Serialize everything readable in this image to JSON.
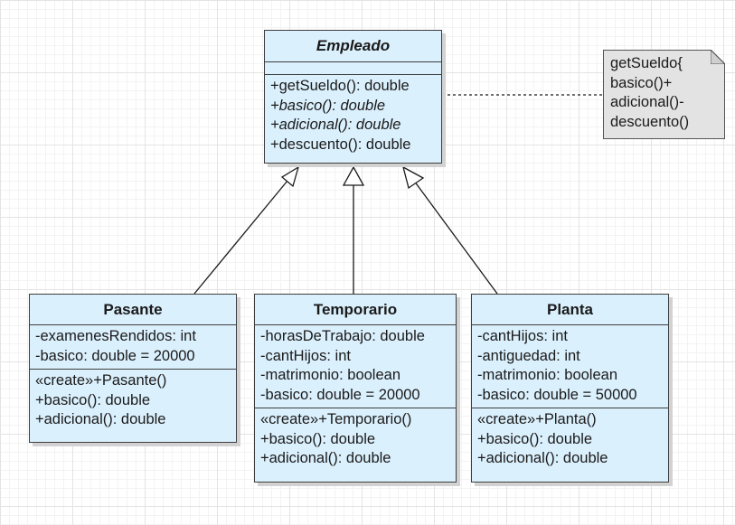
{
  "diagram": {
    "classes": {
      "empleado": {
        "name": "Empleado",
        "abstract": true,
        "attributes": [],
        "operations": [
          {
            "text": "+getSueldo(): double",
            "italic": false
          },
          {
            "text": "+basico(): double",
            "italic": true
          },
          {
            "text": "+adicional(): double",
            "italic": true
          },
          {
            "text": "+descuento(): double",
            "italic": false
          }
        ]
      },
      "pasante": {
        "name": "Pasante",
        "attributes": [
          {
            "text": "-examenesRendidos: int"
          },
          {
            "text": "-basico: double = 20000"
          }
        ],
        "operations": [
          {
            "text": "«create»+Pasante()"
          },
          {
            "text": "+basico(): double"
          },
          {
            "text": "+adicional(): double"
          }
        ]
      },
      "temporario": {
        "name": "Temporario",
        "attributes": [
          {
            "text": "-horasDeTrabajo: double"
          },
          {
            "text": "-cantHijos: int"
          },
          {
            "text": "-matrimonio: boolean"
          },
          {
            "text": "-basico: double = 20000"
          }
        ],
        "operations": [
          {
            "text": "«create»+Temporario()"
          },
          {
            "text": "+basico(): double"
          },
          {
            "text": "+adicional(): double"
          }
        ]
      },
      "planta": {
        "name": "Planta",
        "attributes": [
          {
            "text": "-cantHijos: int"
          },
          {
            "text": "-antiguedad: int"
          },
          {
            "text": "-matrimonio: boolean"
          },
          {
            "text": "-basico: double = 50000"
          }
        ],
        "operations": [
          {
            "text": "«create»+Planta()"
          },
          {
            "text": "+basico(): double"
          },
          {
            "text": "+adicional(): double"
          }
        ]
      }
    },
    "note": {
      "lines": [
        "getSueldo{",
        "basico()+",
        "adicional()-",
        "descuento()"
      ]
    },
    "relations": [
      {
        "type": "generalization",
        "from": "Pasante",
        "to": "Empleado"
      },
      {
        "type": "generalization",
        "from": "Temporario",
        "to": "Empleado"
      },
      {
        "type": "generalization",
        "from": "Planta",
        "to": "Empleado"
      },
      {
        "type": "note-anchor",
        "from": "note",
        "to": "Empleado"
      }
    ],
    "colors": {
      "class_fill": "#dbf0fd",
      "note_fill": "#e3e3e3",
      "stroke": "#3d3d3d"
    }
  }
}
